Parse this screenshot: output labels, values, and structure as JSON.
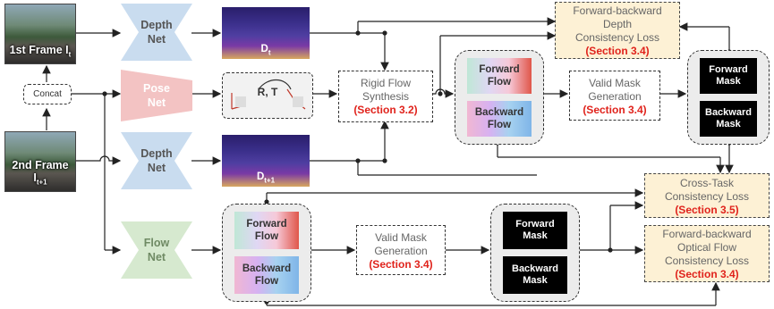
{
  "frames": {
    "first": {
      "label": "1st Frame I",
      "sub": "t"
    },
    "second": {
      "label": "2nd Frame I",
      "sub": "t+1"
    }
  },
  "concat_label": "Concat",
  "nets": {
    "depth_top": [
      "Depth",
      "Net"
    ],
    "pose": [
      "Pose",
      "Net"
    ],
    "depth_bottom": [
      "Depth",
      "Net"
    ],
    "flow": [
      "Flow",
      "Net"
    ]
  },
  "depth_maps": {
    "top": {
      "label": "D",
      "sub": "t"
    },
    "bottom": {
      "label": "D",
      "sub": "t+1"
    }
  },
  "pose_output": {
    "label": "R, T"
  },
  "rigid_flow": {
    "lines": [
      "Rigid Flow",
      "Synthesis"
    ],
    "section": "(Section 3.2)"
  },
  "rigid_branch": {
    "forward_flow": [
      "Forward",
      "Flow"
    ],
    "backward_flow": [
      "Backward",
      "Flow"
    ]
  },
  "valid_mask_top": {
    "lines": [
      "Valid Mask",
      "Generation"
    ],
    "section": "(Section 3.4)"
  },
  "masks_top": {
    "forward": [
      "Forward",
      "Mask"
    ],
    "backward": [
      "Backward",
      "Mask"
    ]
  },
  "loss_depth": {
    "lines": [
      "Forward-backward",
      "Depth",
      "Consistency Loss"
    ],
    "section": "(Section 3.4)"
  },
  "loss_cross": {
    "lines": [
      "Cross-Task",
      "Consistency Loss"
    ],
    "section": "(Section 3.5)"
  },
  "loss_flow": {
    "lines": [
      "Forward-backward",
      "Optical Flow",
      "Consistency Loss"
    ],
    "section": "(Section 3.4)"
  },
  "flow_branch": {
    "forward_flow": [
      "Forward",
      "Flow"
    ],
    "backward_flow": [
      "Backward",
      "Flow"
    ]
  },
  "valid_mask_bottom": {
    "lines": [
      "Valid Mask",
      "Generation"
    ],
    "section": "(Section 3.4)"
  },
  "masks_bottom": {
    "forward": [
      "Forward",
      "Mask"
    ],
    "backward": [
      "Backward",
      "Mask"
    ]
  },
  "colors": {
    "depth_net": "#c9dcef",
    "pose_net": "#f3c3c3",
    "flow_net": "#d6e9cf",
    "loss_fill": "#fdf1d5",
    "section_red": "#e0231c"
  }
}
